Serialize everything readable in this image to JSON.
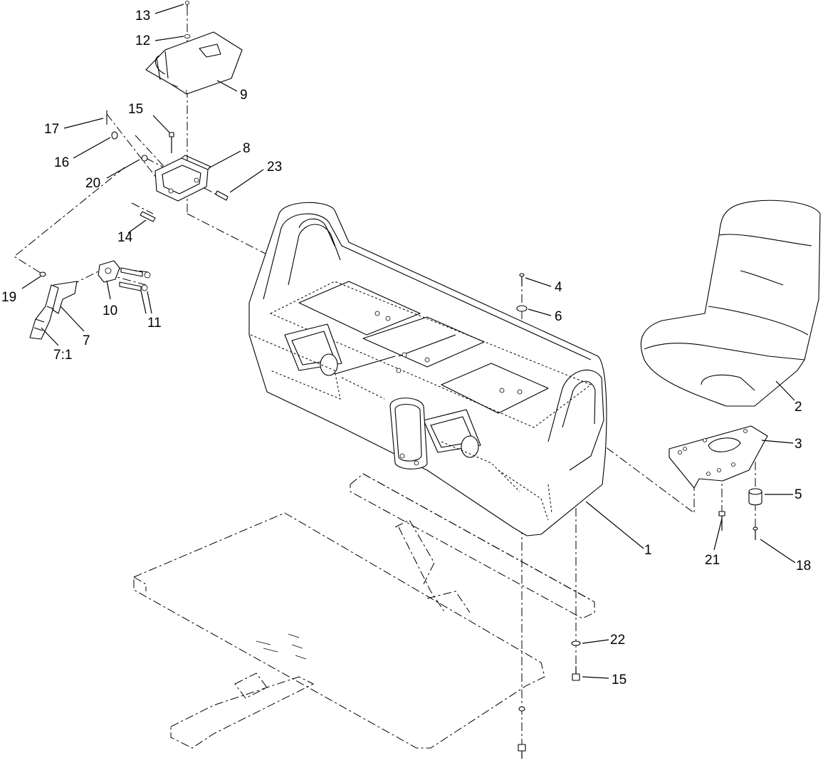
{
  "callouts": [
    {
      "id": "c13",
      "text": "13"
    },
    {
      "id": "c12",
      "text": "12"
    },
    {
      "id": "c9",
      "text": "9"
    },
    {
      "id": "c15a",
      "text": "15"
    },
    {
      "id": "c17",
      "text": "17"
    },
    {
      "id": "c16",
      "text": "16"
    },
    {
      "id": "c8",
      "text": "8"
    },
    {
      "id": "c23",
      "text": "23"
    },
    {
      "id": "c20",
      "text": "20"
    },
    {
      "id": "c14",
      "text": "14"
    },
    {
      "id": "c19",
      "text": "19"
    },
    {
      "id": "c10",
      "text": "10"
    },
    {
      "id": "c11",
      "text": "11"
    },
    {
      "id": "c7",
      "text": "7"
    },
    {
      "id": "c71",
      "text": "7:1"
    },
    {
      "id": "c4",
      "text": "4"
    },
    {
      "id": "c6",
      "text": "6"
    },
    {
      "id": "c2",
      "text": "2"
    },
    {
      "id": "c3",
      "text": "3"
    },
    {
      "id": "c5",
      "text": "5"
    },
    {
      "id": "c1",
      "text": "1"
    },
    {
      "id": "c21",
      "text": "21"
    },
    {
      "id": "c18",
      "text": "18"
    },
    {
      "id": "c22",
      "text": "22"
    },
    {
      "id": "c15b",
      "text": "15"
    }
  ]
}
